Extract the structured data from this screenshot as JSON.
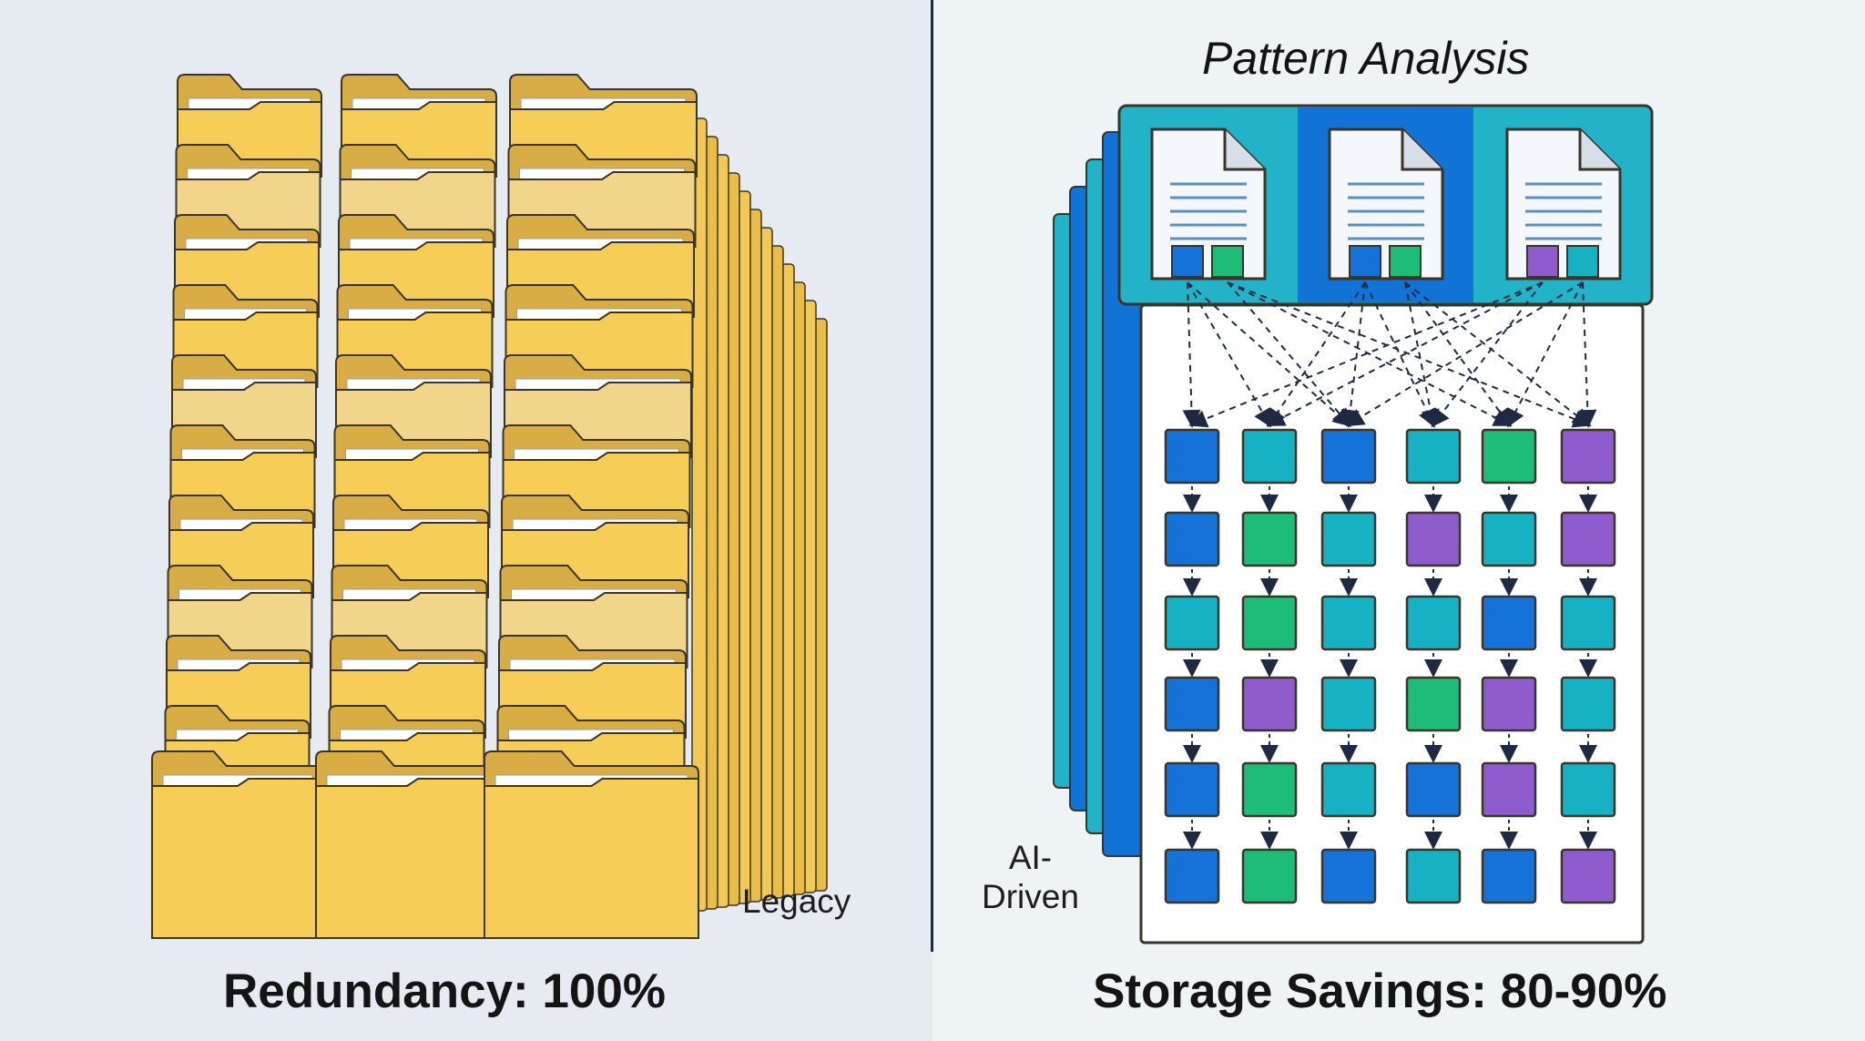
{
  "left": {
    "label": "Legacy",
    "caption": "Redundancy: 100%"
  },
  "right": {
    "title": "Pattern Analysis",
    "label": "AI-Driven",
    "label_line1": "AI-",
    "label_line2": "Driven",
    "caption": "Storage Savings: 80-90%"
  },
  "colors": {
    "folder": "#f6cd56",
    "folder_dark": "#d9ad45",
    "outline": "#3a3528",
    "header_teal": "#22b3c9",
    "header_blue": "#1273d6",
    "block_blue": "#1572d8",
    "block_teal": "#16b2c4",
    "block_green": "#1dbc78",
    "block_purple": "#8e5ccc",
    "arrow": "#1e2a44"
  },
  "grid_colors": [
    [
      "block_blue",
      "block_teal",
      "block_blue",
      "block_teal",
      "block_green",
      "block_purple"
    ],
    [
      "block_blue",
      "block_green",
      "block_teal",
      "block_purple",
      "block_teal",
      "block_purple"
    ],
    [
      "block_teal",
      "block_green",
      "block_teal",
      "block_teal",
      "block_blue",
      "block_teal"
    ],
    [
      "block_blue",
      "block_purple",
      "block_teal",
      "block_green",
      "block_purple",
      "block_teal"
    ],
    [
      "block_blue",
      "block_green",
      "block_teal",
      "block_blue",
      "block_purple",
      "block_teal"
    ],
    [
      "block_blue",
      "block_green",
      "block_blue",
      "block_teal",
      "block_blue",
      "block_purple"
    ]
  ],
  "doc_tags": [
    [
      "block_blue",
      "block_green"
    ],
    [
      "block_blue",
      "block_green"
    ],
    [
      "block_purple",
      "block_teal"
    ]
  ]
}
